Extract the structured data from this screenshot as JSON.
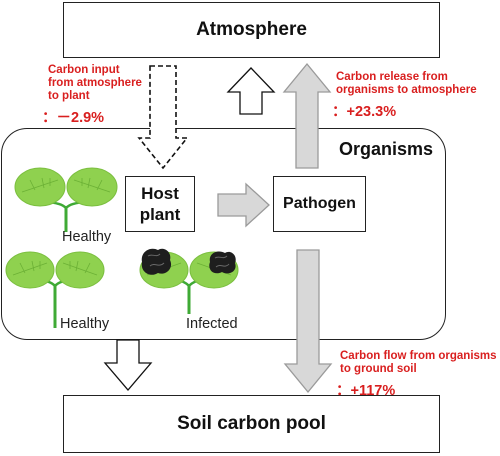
{
  "atmosphere": {
    "label": "Atmosphere"
  },
  "soil_pool": {
    "label": "Soil carbon pool"
  },
  "organisms": {
    "label": "Organisms"
  },
  "host_plant": {
    "label": "Host\nplant"
  },
  "pathogen": {
    "label": "Pathogen"
  },
  "plants": [
    {
      "label": "Healthy"
    },
    {
      "label": "Healthy"
    },
    {
      "label": "Infected"
    }
  ],
  "annotations": {
    "carbon_input": {
      "caption": "Carbon input\nfrom atmosphere\nto plant",
      "value": "：－2.9%"
    },
    "carbon_release": {
      "caption": "Carbon release from\norganisms to atmosphere",
      "value": "：+23.3%"
    },
    "carbon_flow_soil": {
      "caption": "Carbon flow from organisms\nto ground soil",
      "value": "：+117%"
    }
  },
  "colors": {
    "leaf": "#8fd14f",
    "stem": "#3faa35",
    "arrow_fill": "#d8d8d8",
    "annotation": "#d91f1f",
    "lesion": "#1e1e1e"
  }
}
